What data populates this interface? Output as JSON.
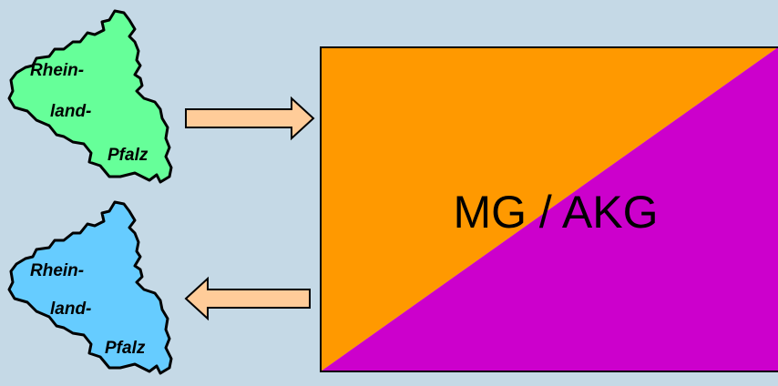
{
  "colors": {
    "background": "#c5d9e6",
    "map_top_fill": "#66ff99",
    "map_bottom_fill": "#66ccff",
    "arrow_fill": "#ffcc99",
    "box_orange": "#ff9900",
    "box_magenta": "#cc00cc"
  },
  "map_top": {
    "lines": [
      "Rhein-",
      "land-",
      "Pfalz"
    ]
  },
  "map_bottom": {
    "lines": [
      "Rhein-",
      "land-",
      "Pfalz"
    ]
  },
  "arrows": [
    {
      "direction": "right",
      "meaning": "to box"
    },
    {
      "direction": "left",
      "meaning": "from box"
    }
  ],
  "box": {
    "label": "MG / AKG"
  }
}
